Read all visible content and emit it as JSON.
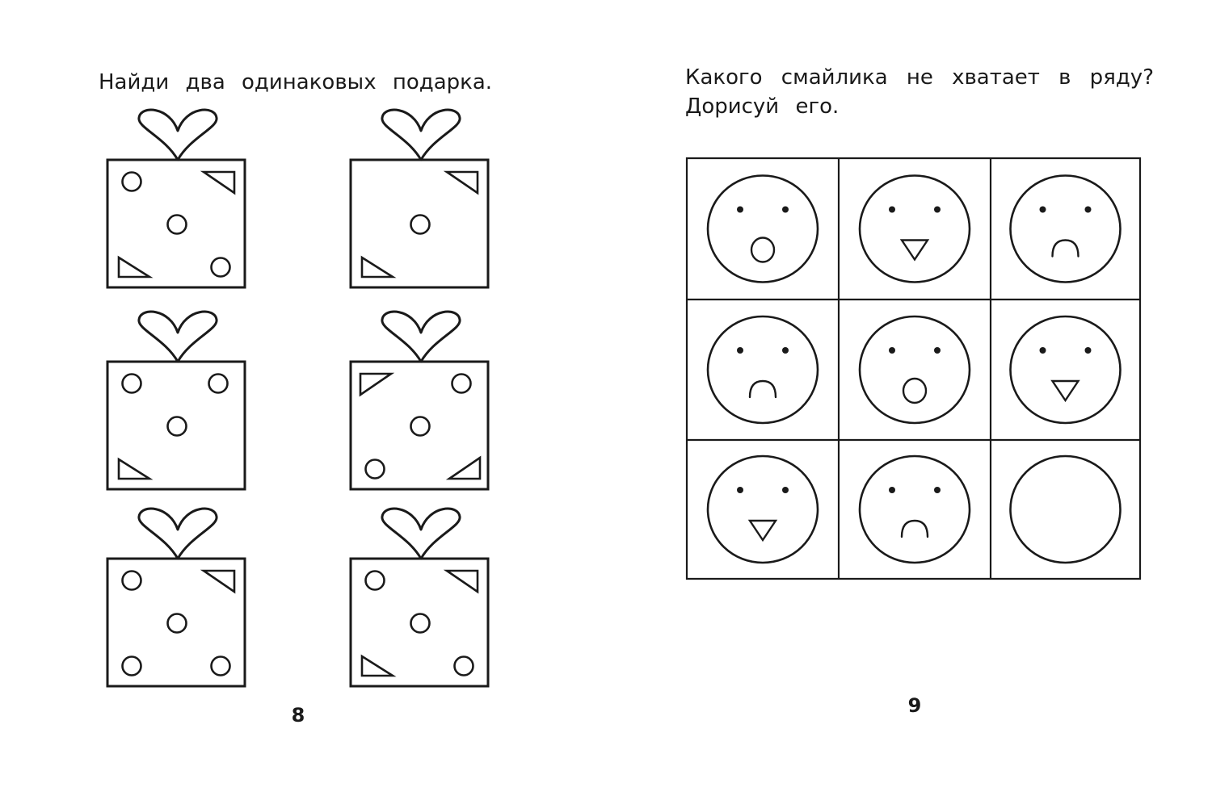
{
  "left_page": {
    "instruction": "Найди два одинаковых подарка.",
    "page_number": "8",
    "gifts": [
      {
        "id": "gift-1",
        "row": 1,
        "column": 1,
        "top_left": "circle",
        "top_right": "triangle",
        "bottom_left": "triangle",
        "bottom_right": "circle"
      },
      {
        "id": "gift-2",
        "row": 1,
        "column": 2,
        "top_left": "none",
        "top_right": "triangle",
        "bottom_left": "triangle",
        "bottom_right": "none"
      },
      {
        "id": "gift-3",
        "row": 2,
        "column": 1,
        "top_left": "circle",
        "top_right": "circle",
        "bottom_left": "triangle",
        "bottom_right": "none"
      },
      {
        "id": "gift-4",
        "row": 2,
        "column": 2,
        "top_left": "triangle",
        "top_right": "circle",
        "bottom_left": "circle",
        "bottom_right": "triangle"
      },
      {
        "id": "gift-5",
        "row": 3,
        "column": 1,
        "top_left": "circle",
        "top_right": "triangle",
        "bottom_left": "circle",
        "bottom_right": "circle"
      },
      {
        "id": "gift-6",
        "row": 3,
        "column": 2,
        "top_left": "circle",
        "top_right": "triangle",
        "bottom_left": "triangle",
        "bottom_right": "circle"
      }
    ]
  },
  "right_page": {
    "instruction": "Какого смайлика не хватает в ряду? Дорисуй его.",
    "page_number": "9",
    "smiley_grid": [
      [
        "surprised",
        "beak",
        "sad"
      ],
      [
        "sad",
        "surprised",
        "beak"
      ],
      [
        "beak",
        "sad",
        "empty"
      ]
    ]
  },
  "colors": {
    "ink": "#1a1a1a",
    "paper": "#ffffff"
  }
}
